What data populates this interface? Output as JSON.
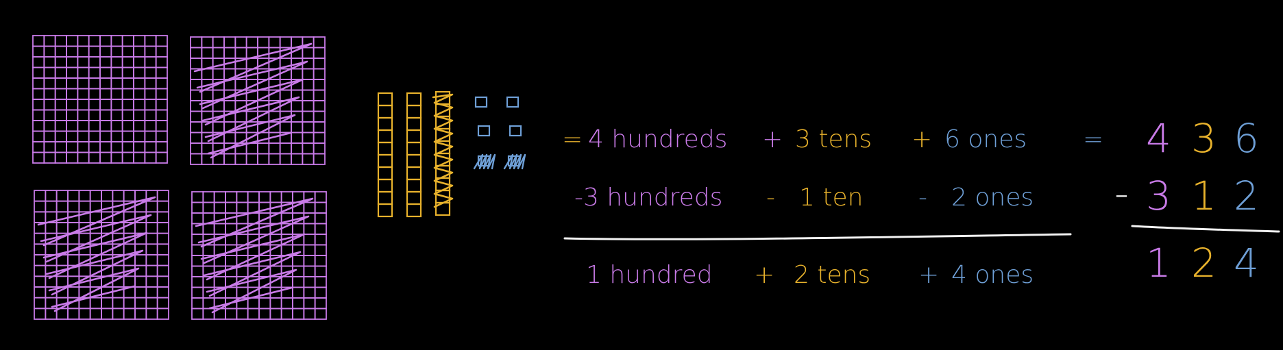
{
  "colors": {
    "hundreds": "#C97BE8",
    "tens": "#E8B22C",
    "ones": "#6E9FD6",
    "line": "#F2F2F2",
    "background": "#000000"
  },
  "model": {
    "hundreds_blocks": 4,
    "hundreds_crossed_out": 3,
    "tens_rods": 3,
    "tens_crossed_out": 1,
    "ones_cubes": 6,
    "ones_crossed_out": 2
  },
  "expanded": {
    "row1": {
      "equals_prefix": "=",
      "hundreds": "4 hundreds",
      "plus1": "+",
      "tens": "3 tens",
      "plus2": "+",
      "ones": "6 ones",
      "equals_suffix": "="
    },
    "row2": {
      "hundreds": "-3 hundreds",
      "minus1": "-",
      "tens": "1 ten",
      "minus2": "-",
      "ones": "2 ones"
    },
    "row3": {
      "hundreds": "1 hundred",
      "plus1": "+",
      "tens": "2 tens",
      "plus2": "+",
      "ones": "4 ones"
    }
  },
  "standard": {
    "top": {
      "hundreds": "4",
      "tens": "3",
      "ones": "6"
    },
    "operator": "-",
    "bottom": {
      "hundreds": "3",
      "tens": "1",
      "ones": "2"
    },
    "result": {
      "hundreds": "1",
      "tens": "2",
      "ones": "4"
    }
  }
}
